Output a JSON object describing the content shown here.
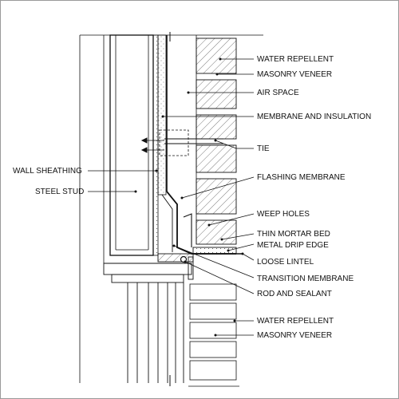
{
  "labels": {
    "water_repellent_top": "WATER REPELLENT",
    "masonry_veneer_top": "MASONRY VENEER",
    "air_space": "AIR SPACE",
    "membrane_insulation": "MEMBRANE AND INSULATION",
    "tie": "TIE",
    "wall_sheathing": "WALL SHEATHING",
    "steel_stud": "STEEL STUD",
    "flashing_membrane": "FLASHING MEMBRANE",
    "weep_holes": "WEEP HOLES",
    "thin_mortar_bed": "THIN MORTAR BED",
    "metal_drip_edge": "METAL DRIP EDGE",
    "loose_lintel": "LOOSE LINTEL",
    "transition_membrane": "TRANSITION MEMBRANE",
    "rod_sealant": "ROD AND SEALANT",
    "water_repellent_bottom": "WATER REPELLENT",
    "masonry_veneer_bottom": "MASONRY VENEER"
  },
  "colors": {
    "line": "#111111",
    "hatch": "#333333",
    "frame": "#9a9a9a",
    "background": "#ffffff"
  }
}
